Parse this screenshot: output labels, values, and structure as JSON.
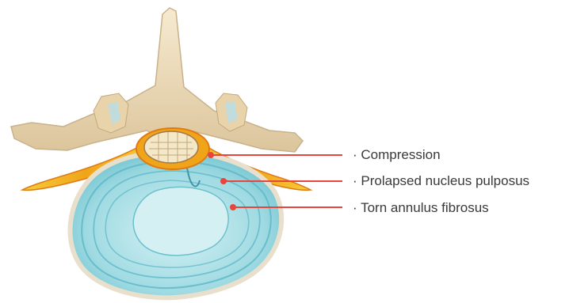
{
  "labels": [
    {
      "text": "· Compression",
      "color": "#e8453c"
    },
    {
      "text": "· Prolapsed nucleus pulposus",
      "color": "#e8453c"
    },
    {
      "text": "· Torn annulus fibrosus",
      "color": "#e8453c"
    }
  ],
  "colors": {
    "bone": "#eedcbc",
    "bone_shadow": "#c9b28a",
    "disc": "#9fdae2",
    "disc_ring": "#5db7c6",
    "nucleus": "#c8ecf0",
    "nerve": "#f2b21a",
    "nerve_dark": "#e07a12",
    "spinal_cord": "#f3e8c8",
    "leader": "#e8453c"
  }
}
